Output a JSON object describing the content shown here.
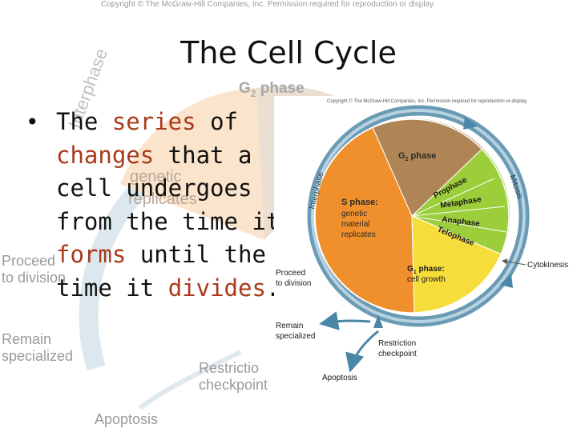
{
  "background": {
    "copyright": "Copyright © The McGraw-Hill Companies, Inc. Permission required for reproduction or display.",
    "g2_phase": "G",
    "g2_sub": "2",
    "g2_rest": " phase",
    "interphase": "Interphase",
    "genetic": "genetic",
    "replicates": "replicates",
    "proceed_line1": "Proceed",
    "proceed_line2": "to division",
    "remain_line1": "Remain",
    "remain_line2": "specialized",
    "restriction_line1": "Restrictio",
    "restriction_line2": "checkpoint",
    "apoptosis": "Apoptosis"
  },
  "slide": {
    "title": "The Cell Cycle",
    "bullet": {
      "w1": "The ",
      "w2": "series",
      "w3": " of ",
      "w4": "changes",
      "w5": " that a cell undergoes from the time it ",
      "w6": "forms",
      "w7": " until the time it ",
      "w8": "divides",
      "w9": "."
    }
  },
  "figure": {
    "copyright": "Copyright © The McGraw-Hill Companies, Inc. Permission required for reproduction or display.",
    "interphase": "Interphase",
    "mitosis": "Mitosis",
    "g2_label_main": "G",
    "g2_label_sub": "2",
    "g2_label_rest": " phase",
    "s_phase_title": "S phase:",
    "s_phase_line1": "genetic",
    "s_phase_line2": "material",
    "s_phase_line3": "replicates",
    "prophase": "Prophase",
    "metaphase": "Metaphase",
    "anaphase": "Anaphase",
    "telophase": "Telophase",
    "g1_title_main": "G",
    "g1_title_sub": "1",
    "g1_title_rest": " phase:",
    "g1_line2": "cell growth",
    "cytokinesis": "Cytokinesis",
    "proceed_line1": "Proceed",
    "proceed_line2": "to division",
    "remain_line1": "Remain",
    "remain_line2": "specialized",
    "restriction_line1": "Restriction",
    "restriction_line2": "checkpoint",
    "apoptosis": "Apoptosis",
    "colors": {
      "s_phase": "#f0902c",
      "g2_phase": "#b08555",
      "mitosis": "#9ccd3a",
      "g1_phase": "#f7dd3c",
      "ring": "#6a9bb5"
    }
  }
}
